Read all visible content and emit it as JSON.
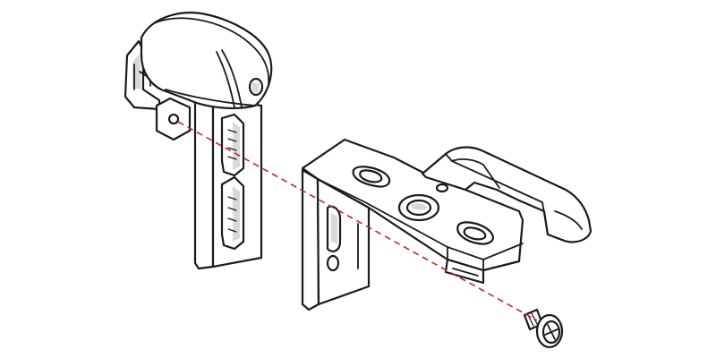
{
  "diagram": {
    "parts": [
      "end-cap",
      "wall-bracket",
      "screw"
    ],
    "colors": {
      "line": "#1b1b1b",
      "dash": "#c62828",
      "shade": "#d9d9d9",
      "background": "#ffffff"
    },
    "icons": [
      "end-cap-icon",
      "wall-bracket-icon",
      "screw-icon"
    ]
  }
}
